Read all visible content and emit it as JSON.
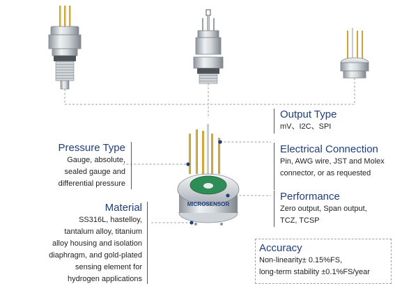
{
  "pressure_type": {
    "title": "Pressure Type",
    "lines": [
      "Gauge, absolute,",
      "sealed gauge and",
      "differential pressure"
    ]
  },
  "material": {
    "title": "Material",
    "lines": [
      "SS316L, hastelloy,",
      "tantalum alloy, titanium",
      "alloy housing and isolation",
      "diaphragm, and gold-plated",
      "sensing element for",
      "hydrogen applications"
    ]
  },
  "output_type": {
    "title": "Output Type",
    "lines": [
      "mV、I2C、SPI"
    ]
  },
  "electrical_connection": {
    "title": "Electrical Connection",
    "lines": [
      "Pin, AWG wire, JST and Molex",
      "connector, or as requested"
    ]
  },
  "performance": {
    "title": "Performance",
    "lines": [
      "Zero output, Span output,",
      "TCZ, TCSP"
    ]
  },
  "accuracy": {
    "title": "Accuracy",
    "lines": [
      "Non-linearity± 0.15%FS,",
      "long-term stability ±0.1%FS/year"
    ]
  },
  "sensor_brand": "MICROSENSOR",
  "colors": {
    "title": "#1f3d7a",
    "connector_dot": "#1f3d7a",
    "dashed_line": "#9aa0a6",
    "gold_pin": "#d9a620",
    "steel": "#c9ced3"
  }
}
